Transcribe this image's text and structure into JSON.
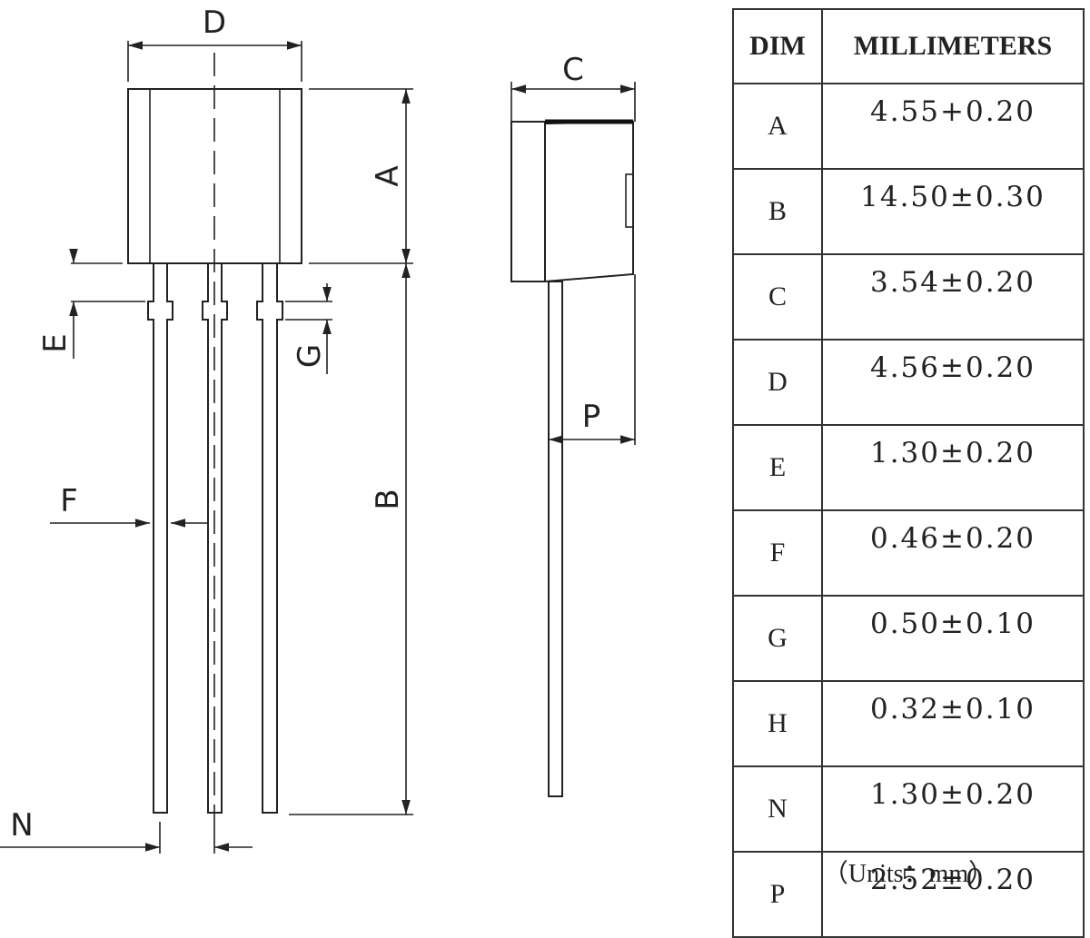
{
  "drawing_labels": {
    "D": "D",
    "A": "A",
    "B": "B",
    "E": "E",
    "F": "F",
    "G": "G",
    "N": "N",
    "C": "C",
    "P": "P"
  },
  "table": {
    "headers": [
      "DIM",
      "MILLIMETERS"
    ],
    "rows": [
      {
        "dim": "A",
        "value": "4.55+0.20"
      },
      {
        "dim": "B",
        "value": "14.50±0.30"
      },
      {
        "dim": "C",
        "value": "3.54±0.20"
      },
      {
        "dim": "D",
        "value": "4.56±0.20"
      },
      {
        "dim": "E",
        "value": "1.30±0.20"
      },
      {
        "dim": "F",
        "value": "0.46±0.20"
      },
      {
        "dim": "G",
        "value": "0.50±0.10"
      },
      {
        "dim": "H",
        "value": "0.32±0.10"
      },
      {
        "dim": "N",
        "value": "1.30±0.20"
      },
      {
        "dim": "P",
        "value": "2.52±0.20"
      }
    ]
  },
  "units_note": "（Units：mm）"
}
